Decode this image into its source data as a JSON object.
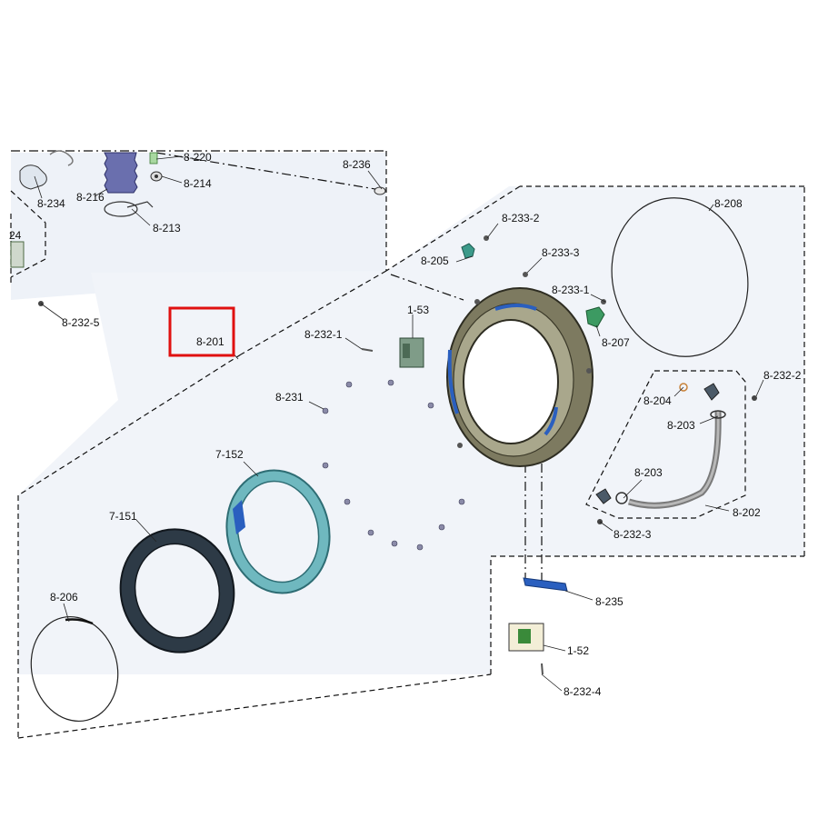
{
  "labels": {
    "l_8_220": "8-220",
    "l_8_214": "8-214",
    "l_8_236": "8-236",
    "l_8_234": "8-234",
    "l_8_216": "8-216",
    "l_8_213": "8-213",
    "l_24": "24",
    "l_8_232_5": "8-232-5",
    "l_8_201": "8-201",
    "l_8_233_2": "8-233-2",
    "l_8_208": "8-208",
    "l_8_205": "8-205",
    "l_8_233_3": "8-233-3",
    "l_8_233_1": "8-233-1",
    "l_1_53": "1-53",
    "l_8_232_1": "8-232-1",
    "l_8_207": "8-207",
    "l_8_232_2": "8-232-2",
    "l_8_204": "8-204",
    "l_8_231": "8-231",
    "l_8_203a": "8-203",
    "l_7_152": "7-152",
    "l_8_203b": "8-203",
    "l_8_202": "8-202",
    "l_7_151": "7-151",
    "l_8_232_3": "8-232-3",
    "l_8_235": "8-235",
    "l_8_206": "8-206",
    "l_1_52": "1-52",
    "l_8_232_4": "8-232-4"
  },
  "highlight": {
    "part": "8-201",
    "color": "#e01010"
  }
}
